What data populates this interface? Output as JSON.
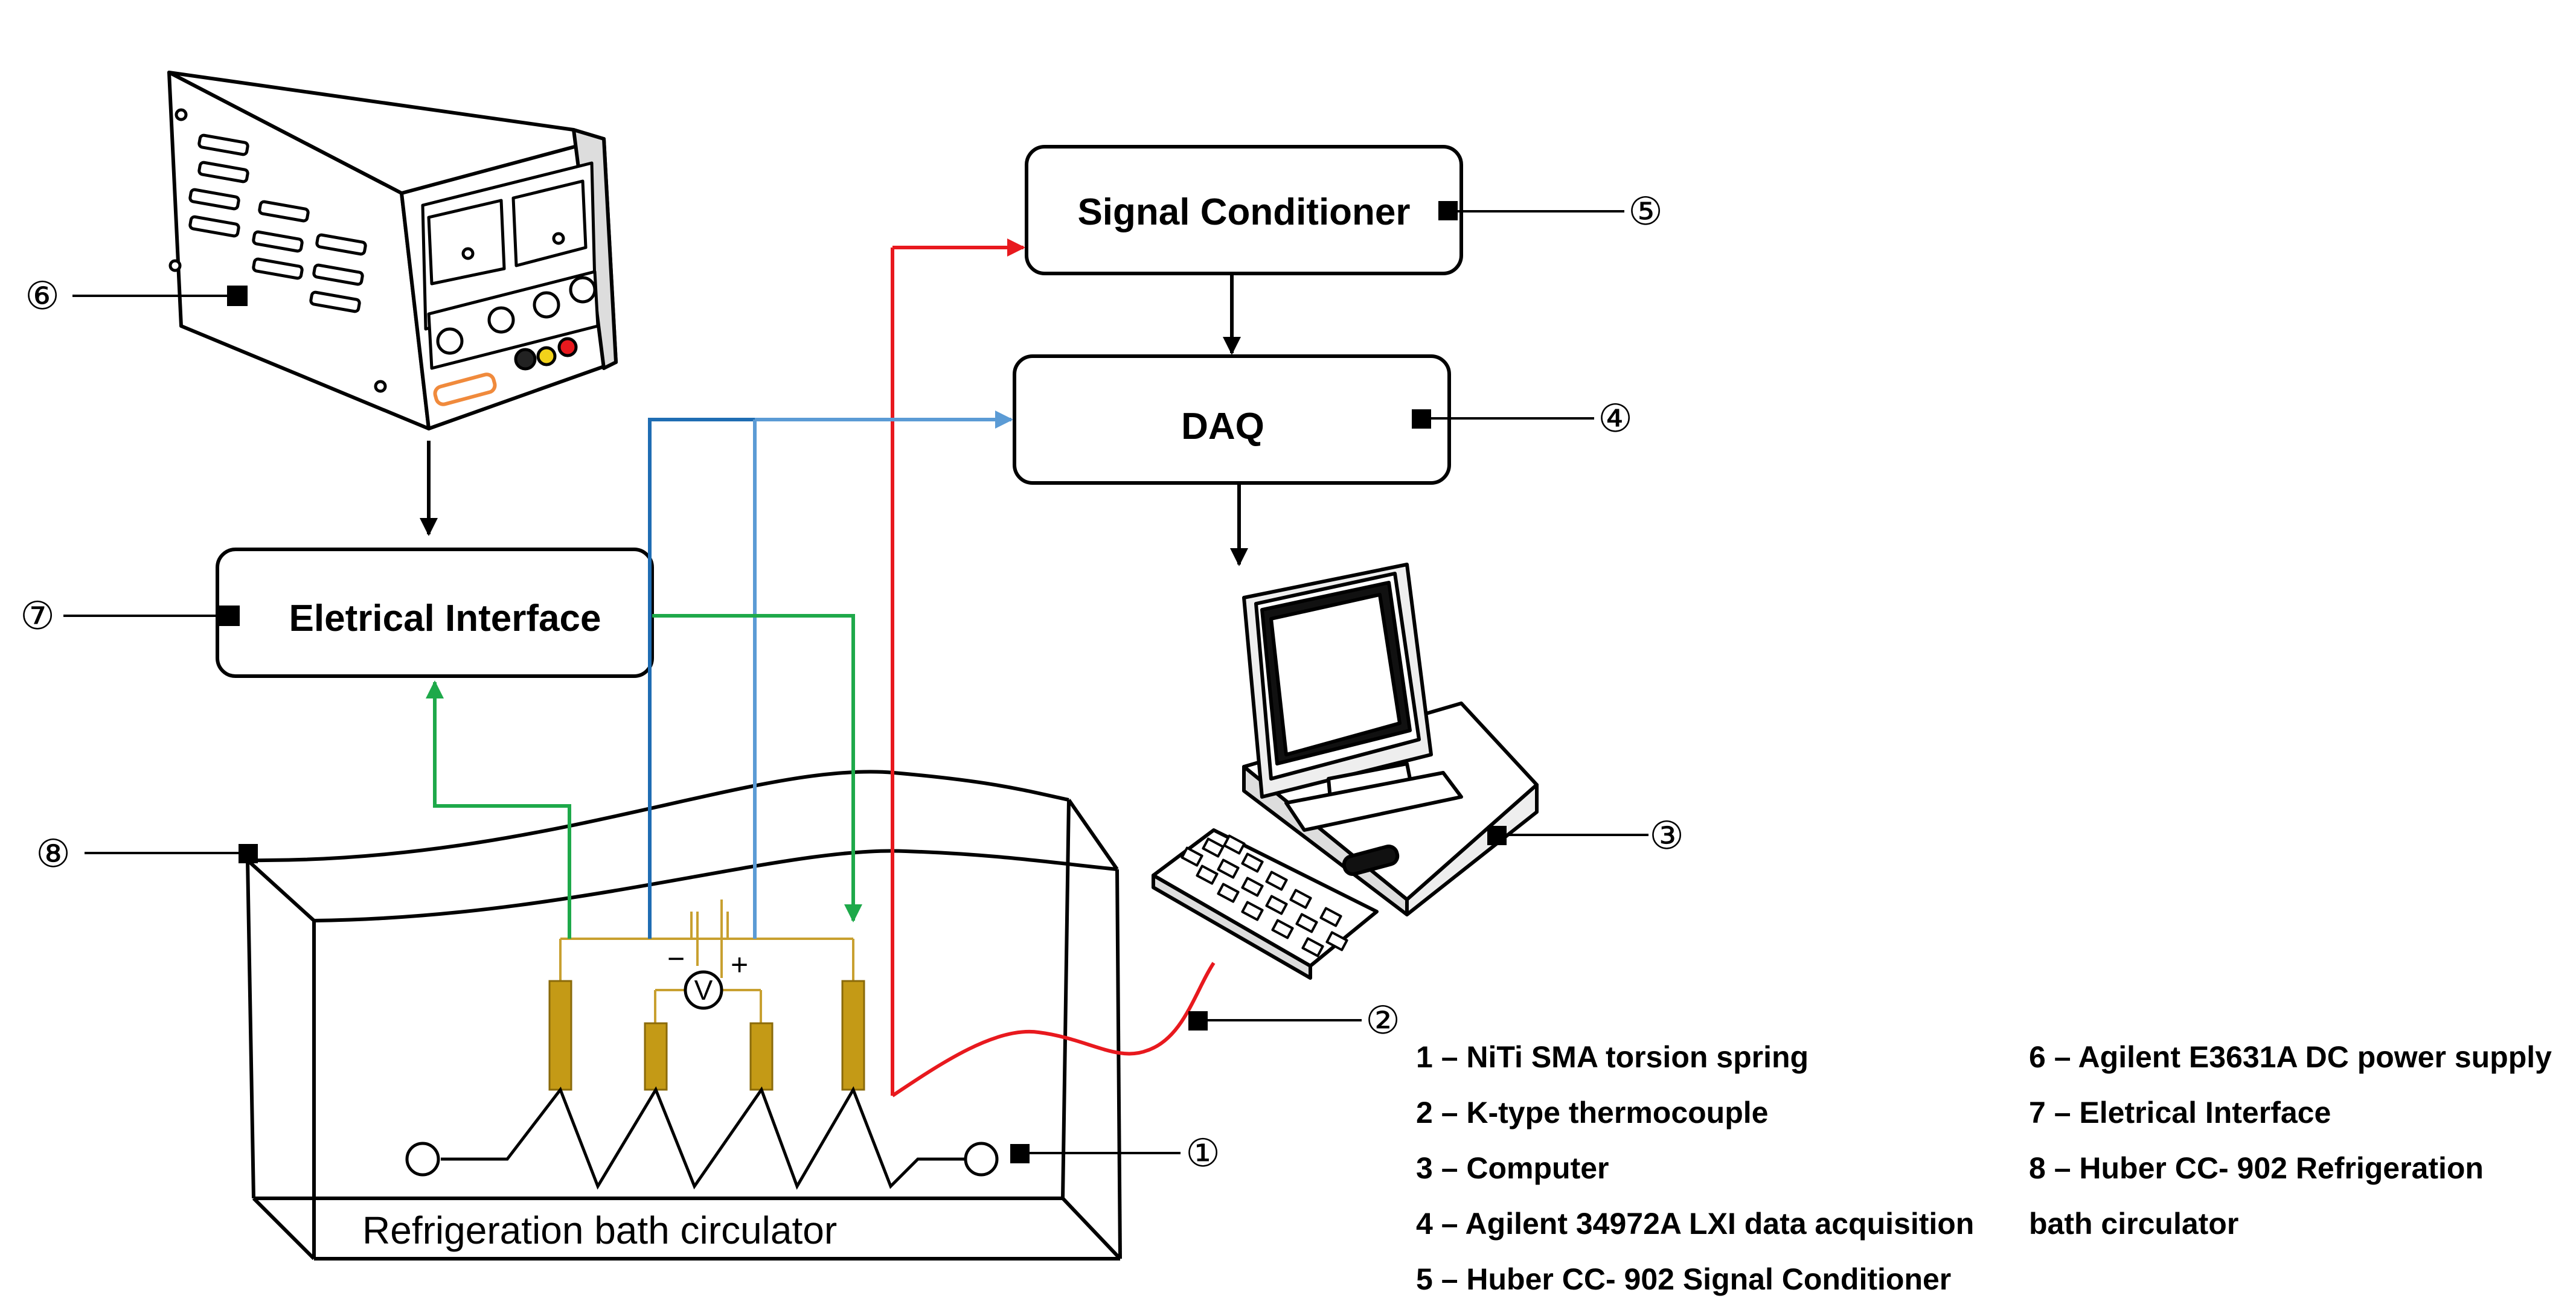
{
  "boxes": {
    "signal_conditioner": "Signal Conditioner",
    "daq": "DAQ",
    "electrical_interface": "Eletrical Interface"
  },
  "bath_label": "Refrigeration bath circulator",
  "voltmeter_symbol": "V",
  "polarity": {
    "minus": "−",
    "plus": "+"
  },
  "callouts": {
    "c1": "①",
    "c2": "②",
    "c3": "③",
    "c4": "④",
    "c5": "⑤",
    "c6": "⑥",
    "c7": "⑦",
    "c8": "⑧"
  },
  "legend": {
    "left": [
      "1 – NiTi SMA torsion spring",
      "2 – K-type thermocouple",
      "3 – Computer",
      "4 – Agilent 34972A LXI data acquisition",
      "5 – Huber CC- 902 Signal Conditioner"
    ],
    "right": [
      "6 – Agilent E3631A DC power supply",
      "7 – Eletrical Interface",
      "8 – Huber CC- 902 Refrigeration",
      "bath circulator"
    ]
  },
  "colors": {
    "red_wire": "#e8191e",
    "dark_blue_wire": "#1f6db3",
    "light_blue_wire": "#5b9bd5",
    "green_wire": "#1ea94a",
    "spring_gold": "#c49a16",
    "circuit_gold": "#c8a030",
    "psu_orange": "#f08a3c"
  }
}
